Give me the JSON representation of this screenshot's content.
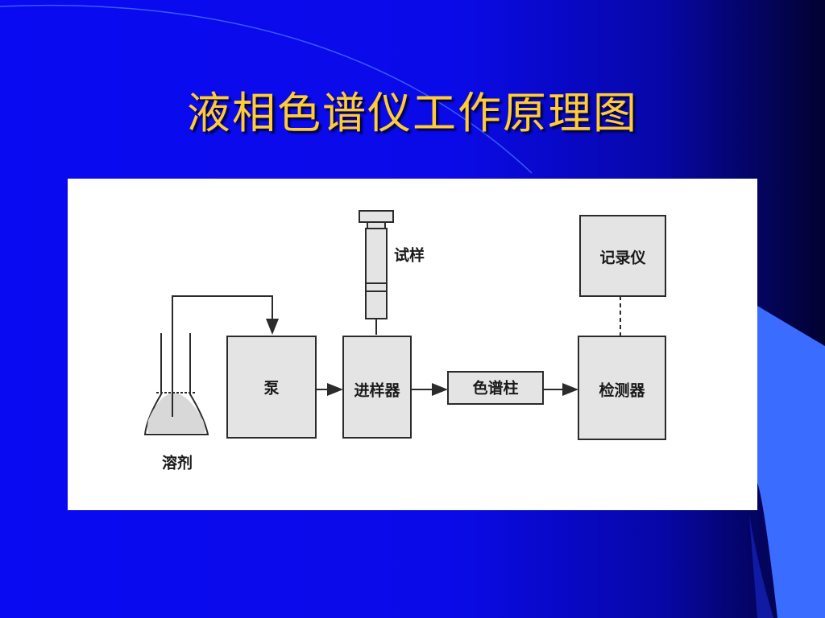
{
  "slide": {
    "title": "液相色谱仪工作原理图"
  },
  "colors": {
    "background": "#0a0af2",
    "title": "#ffcc33",
    "panel": "#ffffff",
    "box_fill": "#e4e4e4",
    "line": "#2b2b2b"
  },
  "diagram": {
    "solvent_label": "溶剂",
    "pump_label": "泵",
    "injector_label": "进样器",
    "sample_label": "试样",
    "column_label": "色谱柱",
    "detector_label": "检测器",
    "recorder_label": "记录仪"
  }
}
